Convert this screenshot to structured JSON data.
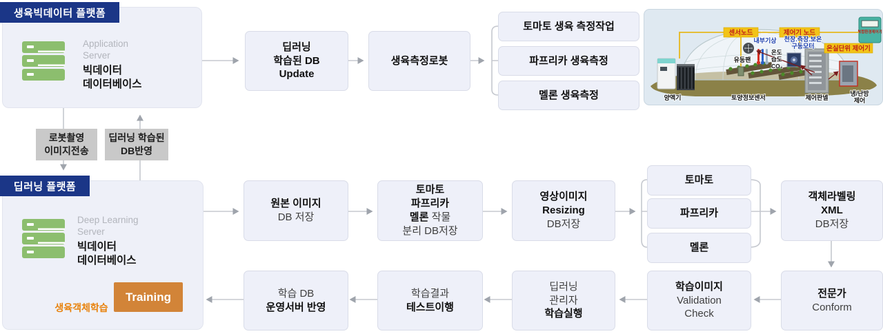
{
  "colors": {
    "accent_navy": "#1b3687",
    "box_fill": "#eef0f9",
    "box_border": "#d9dce8",
    "training_orange": "#d28438",
    "loop_orange": "#e8820c",
    "connector_gray": "#c5c8cf",
    "arrowhead_gray": "#9fa4ac",
    "loop_arrow_slate": "#5d6e77",
    "server_green": "#8cbe6e",
    "transfer_gray": "#c9c9c9"
  },
  "platforms": {
    "bigdata": {
      "badge": "생육빅데이터 플랫폼",
      "server_type_lines": [
        "Application",
        "Server"
      ],
      "server_name_lines": [
        "빅데이터",
        "데이터베이스"
      ]
    },
    "deeplearning": {
      "badge": "딥러닝 플랫폼",
      "server_type_lines": [
        "Deep Learning",
        "Server"
      ],
      "server_name_lines": [
        "빅데이터",
        "데이터베이스"
      ],
      "training_label": "Training",
      "training_loop_label": "생육객체학습"
    }
  },
  "transfer": {
    "robot_capture": [
      [
        {
          "t": "로봇촬영"
        }
      ],
      [
        {
          "t": "이미지전송"
        }
      ]
    ],
    "db_apply": [
      [
        {
          "t": "딥러닝 학습된"
        }
      ],
      [
        {
          "t": "DB반영"
        }
      ]
    ]
  },
  "flow": {
    "db_update": [
      [
        {
          "t": "딥러닝",
          "b": true
        }
      ],
      [
        {
          "t": "학습된 DB",
          "b": true
        }
      ],
      [
        {
          "t": "Update",
          "b": true
        }
      ]
    ],
    "robot": [
      [
        {
          "t": "생육측정로봇",
          "b": true
        }
      ]
    ],
    "tasks": [
      [
        [
          {
            "t": "토마토 생육 측정작업",
            "b": true
          }
        ]
      ],
      [
        [
          {
            "t": "파프리카 생육측정",
            "b": true
          }
        ]
      ],
      [
        [
          {
            "t": "멜론 생육측정",
            "b": true
          }
        ]
      ]
    ],
    "original_image": [
      [
        {
          "t": "원본 이미지",
          "b": true
        }
      ],
      [
        {
          "t": "DB 저장"
        }
      ]
    ],
    "crop_split": [
      [
        {
          "t": "토마토",
          "b": true
        }
      ],
      [
        {
          "t": "파프리카",
          "b": true
        }
      ],
      [
        {
          "t": "멜론 ",
          "b": true
        },
        {
          "t": "작물"
        }
      ],
      [
        {
          "t": "분리 DB저장"
        }
      ]
    ],
    "resizing": [
      [
        {
          "t": "영상이미지",
          "b": true
        }
      ],
      [
        {
          "t": "Resizing",
          "b": true
        }
      ],
      [
        {
          "t": "DB저장"
        }
      ]
    ],
    "crops": [
      [
        [
          {
            "t": "토마토",
            "b": true
          }
        ]
      ],
      [
        [
          {
            "t": "파프리카",
            "b": true
          }
        ]
      ],
      [
        [
          {
            "t": "멜론",
            "b": true
          }
        ]
      ]
    ],
    "labeling": [
      [
        {
          "t": "객체라벨링",
          "b": true
        }
      ],
      [
        {
          "t": "XML",
          "b": true
        }
      ],
      [
        {
          "t": "DB저장"
        }
      ]
    ],
    "expert": [
      [
        {
          "t": "전문가",
          "b": true
        }
      ],
      [
        {
          "t": "Conform"
        }
      ]
    ],
    "validation": [
      [
        {
          "t": "학습이미지",
          "b": true
        }
      ],
      [
        {
          "t": "Validation"
        }
      ],
      [
        {
          "t": "Check"
        }
      ]
    ],
    "train_exec": [
      [
        {
          "t": "딥러닝"
        }
      ],
      [
        {
          "t": "관리자"
        }
      ],
      [
        {
          "t": "학습실행",
          "b": true
        }
      ]
    ],
    "test_run": [
      [
        {
          "t": "학습결과"
        }
      ],
      [
        {
          "t": "테스트이행",
          "b": true
        }
      ]
    ],
    "deploy": [
      [
        {
          "t": "학습 DB"
        }
      ],
      [
        {
          "t": "운영서버 반영",
          "b": true
        }
      ]
    ]
  },
  "greenhouse": {
    "sensor_node": "센서노드",
    "controller_node": "제어기 노드",
    "unit_controller": "온실단위 제어기",
    "device_label": "복합환경제어기",
    "indoor_weather": "내부기상",
    "motor_line1": "천장.측장.보온",
    "motor_line2": "구동모터",
    "temp": "온도",
    "humidity": "습도",
    "co2": "CO₂",
    "fan": "유동팬",
    "nutrient_machine": "양액기",
    "soil_sensor": "토양정보센서",
    "control_panel": "제어판넬",
    "hvac_line1": "냉/난방",
    "hvac_line2": "제어"
  }
}
